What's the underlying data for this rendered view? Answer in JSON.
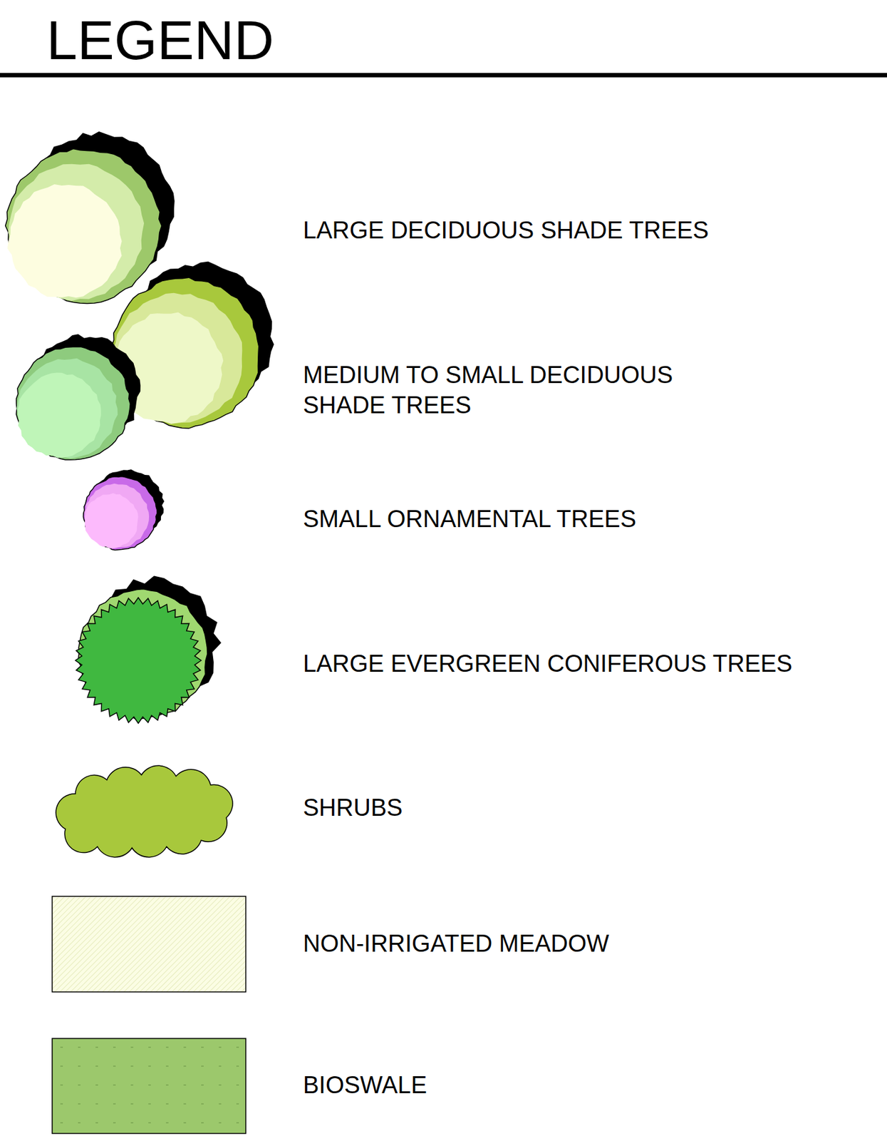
{
  "diagram": {
    "title": "LEGEND",
    "legend": [
      {
        "text": "LARGE DECIDUOUS SHADE TREES"
      },
      {
        "text": "MEDIUM TO SMALL DECIDUOUS SHADE TREES"
      },
      {
        "text": "SMALL ORNAMENTAL TREES"
      },
      {
        "text": "LARGE EVERGREEN CONIFEROUS TREES"
      },
      {
        "text": "SHRUBS"
      },
      {
        "text": "NON-IRRIGATED MEADOW"
      },
      {
        "text": "BIOSWALE"
      }
    ]
  }
}
